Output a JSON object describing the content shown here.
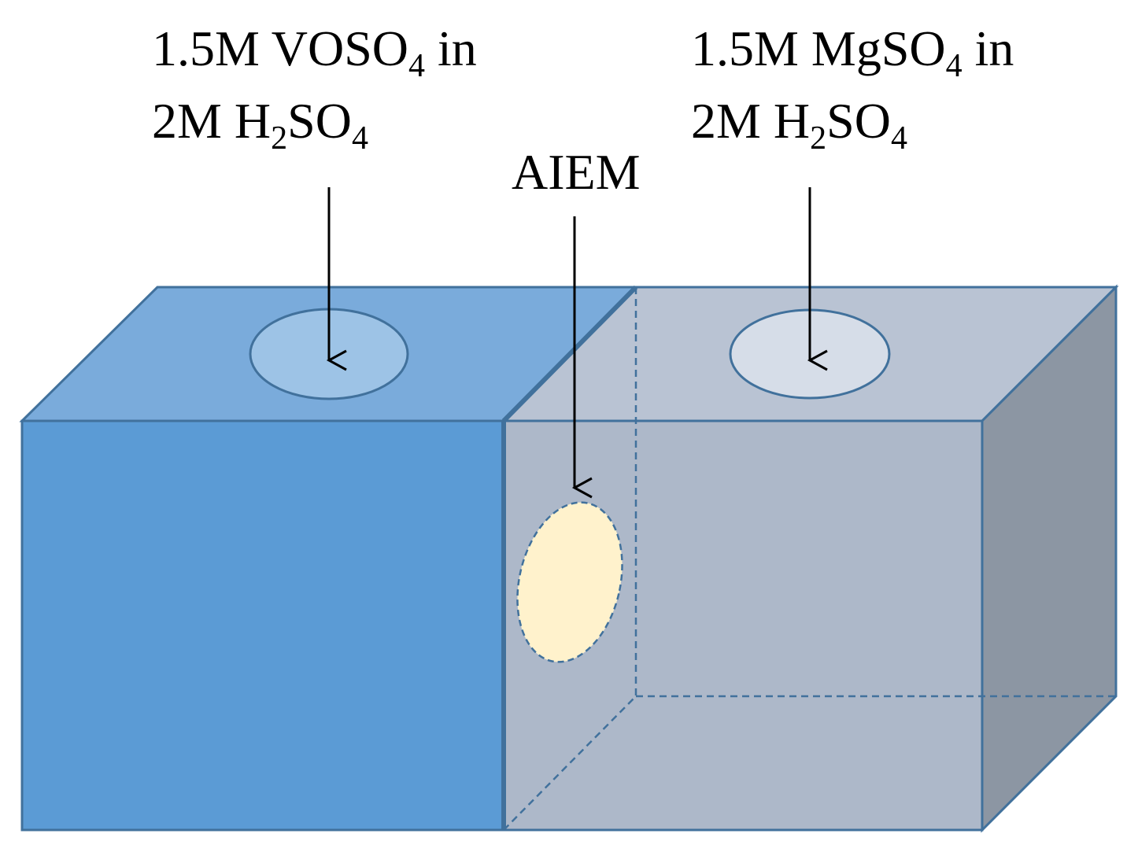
{
  "labels": {
    "left_line1_prefix": "1.5M VOSO",
    "left_line1_sub": "4",
    "left_line1_suffix": " in",
    "left_line2_prefix": "2M H",
    "left_line2_sub1": "2",
    "left_line2_mid": "SO",
    "left_line2_sub2": "4",
    "right_line1_prefix": "1.5M MgSO",
    "right_line1_sub": "4",
    "right_line1_suffix": " in",
    "right_line2_prefix": "2M H",
    "right_line2_sub1": "2",
    "right_line2_mid": "SO",
    "right_line2_sub2": "4",
    "membrane": "AIEM"
  },
  "colors": {
    "left_front": "#5b9bd5",
    "left_top": "#7aabdb",
    "left_port": "#9dc3e6",
    "right_front": "#adb8c9",
    "right_top": "#b9c3d3",
    "right_side": "#8c96a3",
    "right_port": "#d6dde8",
    "membrane": "#fff2cc",
    "edge": "#41719c"
  }
}
